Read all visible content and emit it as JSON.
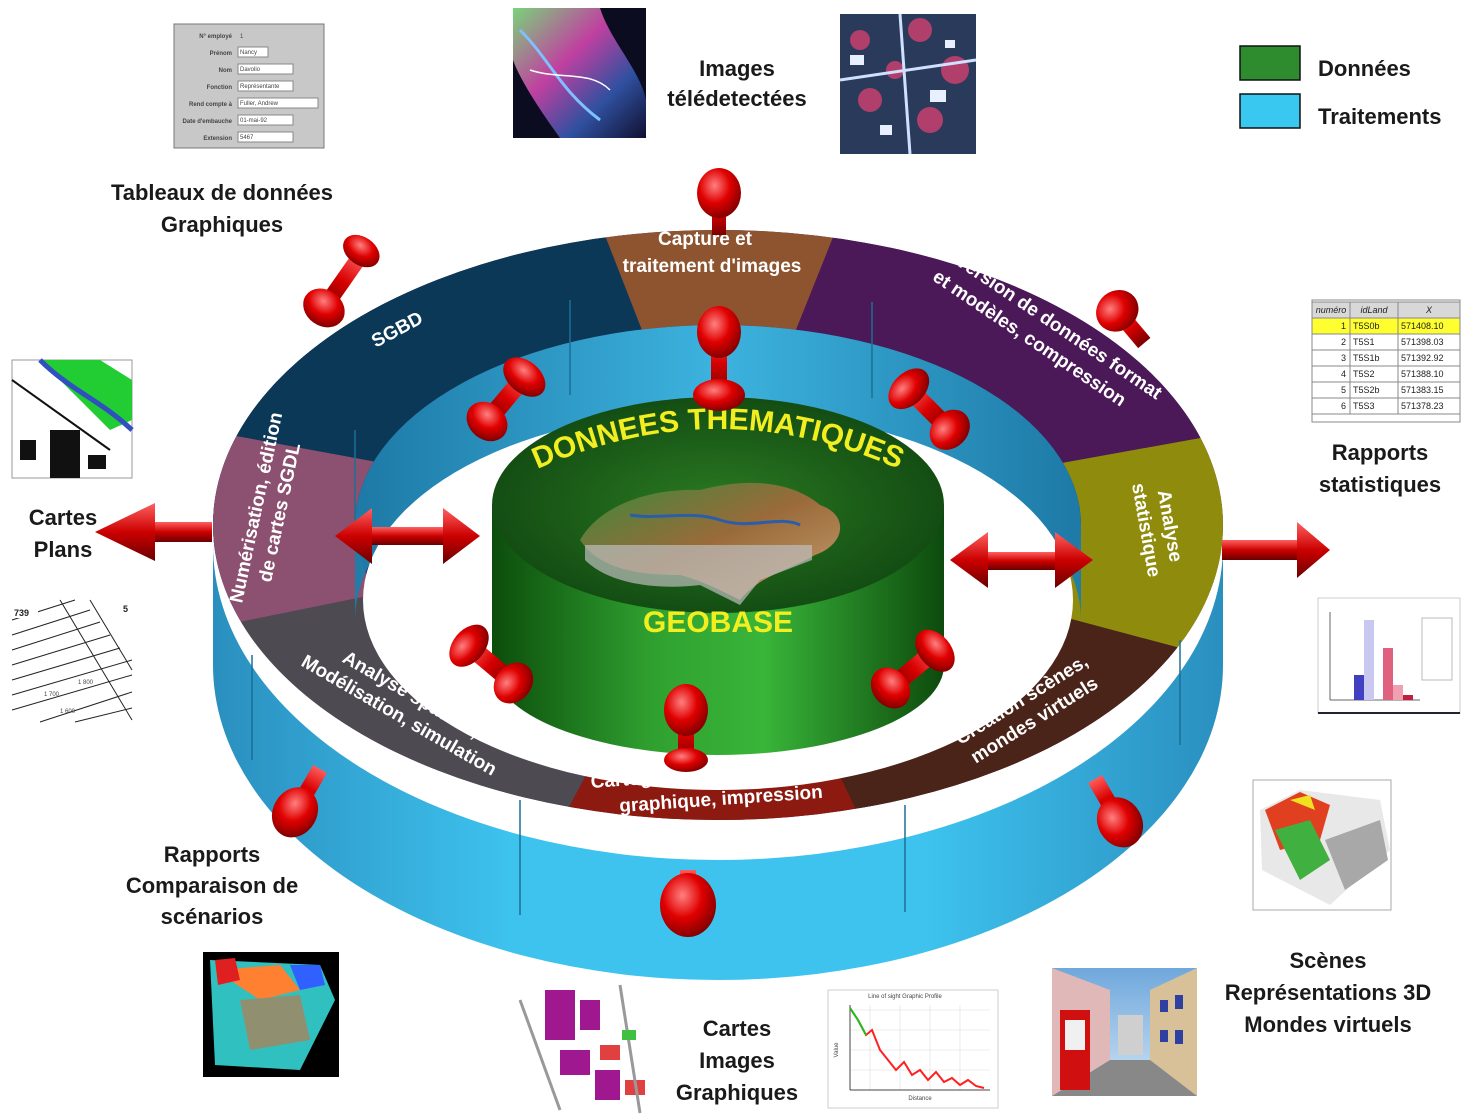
{
  "legend": {
    "items": [
      {
        "label": "Données",
        "color": "#2e8b2e"
      },
      {
        "label": "Traitements",
        "color": "#38c8f0"
      }
    ]
  },
  "center": {
    "title": "DONNEES THEMATIQUES",
    "subtitle": "GEOBASE"
  },
  "ring_segments": {
    "capture": [
      "Capture et",
      "traitement d'images"
    ],
    "conversion": [
      "Conversion de données format",
      "et modèles,  compression"
    ],
    "analyse_stat": [
      "Analyse",
      "statistique"
    ],
    "creation": [
      "Création  scènes,",
      "mondes virtuels"
    ],
    "cartographie": [
      "Cartographie, généralisation",
      "graphique, impression"
    ],
    "analyse_spatiale": [
      "Analyse spatiale,",
      "Modélisation, simulation"
    ],
    "numerisation": [
      "Numérisation, édition",
      "de cartes SGDL"
    ],
    "sgbd": "SGBD"
  },
  "outputs": {
    "tableaux": [
      "Tableaux de données",
      "Graphiques"
    ],
    "images": [
      "Images",
      "télédetectées"
    ],
    "rapports_stat": [
      "Rapports",
      "statistiques"
    ],
    "cartes_plans": [
      "Cartes",
      "Plans"
    ],
    "rapports_comp": [
      "Rapports",
      "Comparaison de",
      "scénarios"
    ],
    "cartes_images": [
      "Cartes",
      "Images",
      "Graphiques"
    ],
    "scenes": [
      "Scènes",
      "Représentations 3D",
      "Mondes virtuels"
    ]
  },
  "form_thumb": {
    "fields": [
      {
        "label": "N° employé",
        "value": "1"
      },
      {
        "label": "Prénom",
        "value": "Nancy"
      },
      {
        "label": "Nom",
        "value": "Davolio"
      },
      {
        "label": "Fonction",
        "value": "Représentante"
      },
      {
        "label": "Rend compte à",
        "value": "Fuller, Andrew"
      },
      {
        "label": "Date d'embauche",
        "value": "01-mai-92"
      },
      {
        "label": "Extension",
        "value": "5467"
      }
    ]
  },
  "table_thumb": {
    "headers": [
      "numéro",
      "idLand",
      "X"
    ],
    "rows": [
      [
        "1",
        "T5S0b",
        "571408.10"
      ],
      [
        "2",
        "T5S1",
        "571398.03"
      ],
      [
        "3",
        "T5S1b",
        "571392.92"
      ],
      [
        "4",
        "T5S2",
        "571388.10"
      ],
      [
        "5",
        "T5S2b",
        "571383.15"
      ],
      [
        "6",
        "T5S3",
        "571378.23"
      ]
    ]
  },
  "plan_thumb": {
    "labels": [
      "739",
      "5",
      "1 800",
      "1 700",
      "1 600"
    ]
  },
  "line_chart_thumb": {
    "title": "Line of sight Graphic Profile",
    "xlabel": "Distance",
    "ylabel": "Value"
  }
}
